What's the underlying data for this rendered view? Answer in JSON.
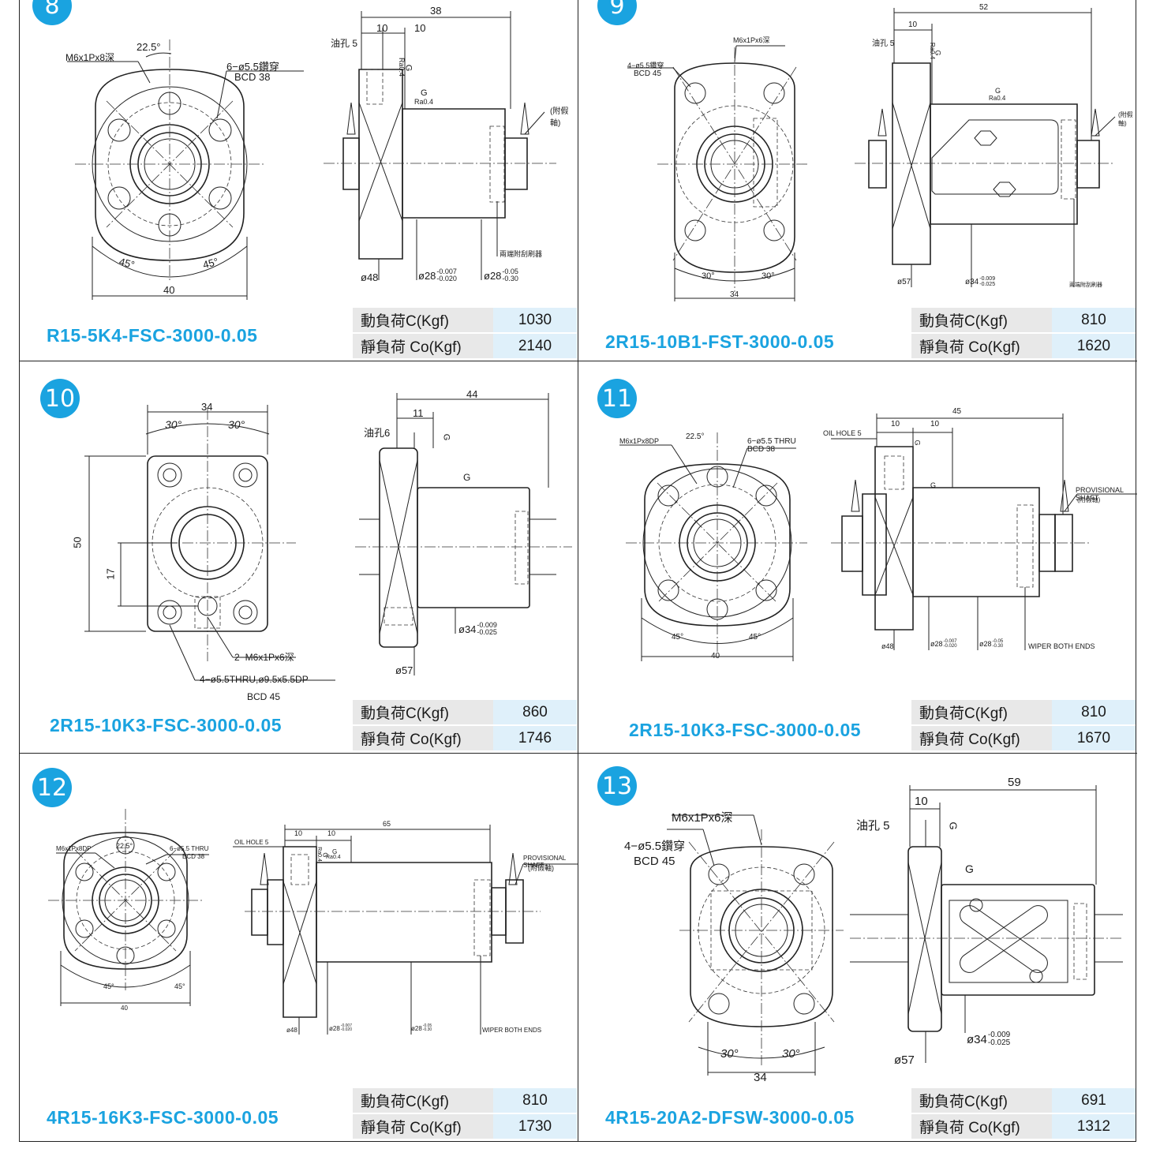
{
  "panels": [
    {
      "number": "8",
      "model": "R15-5K4-FSC-3000-0.05",
      "dyn_label": "動負荷C(Kgf)",
      "dyn_value": "1030",
      "sta_label": "靜負荷 Co(Kgf)",
      "sta_value": "2140",
      "front": {
        "tap": "M6x1Px8深",
        "angle_top": "22.5°",
        "holes": "6−ø5.5鑽穿",
        "bcd": "BCD 38",
        "angle_l": "45°",
        "angle_r": "45°",
        "width": "40"
      },
      "side": {
        "length": "38",
        "d1": "10",
        "d2": "10",
        "oil": "油孔 5",
        "g1": "G",
        "ra1": "Ra0.4",
        "g2": "G",
        "ra2": "Ra0.4",
        "shaft": "(附假軸)",
        "wiper": "兩端附刮刷器",
        "od": "ø48",
        "tol1": "ø28",
        "tol1_up": "-0.007",
        "tol1_lo": "-0.020",
        "tol2": "ø28",
        "tol2_up": "-0.05",
        "tol2_lo": "-0.30"
      }
    },
    {
      "number": "9",
      "model": "2R15-10B1-FST-3000-0.05",
      "dyn_label": "動負荷C(Kgf)",
      "dyn_value": "810",
      "sta_label": "靜負荷 Co(Kgf)",
      "sta_value": "1620",
      "front": {
        "tap": "M6x1Px6深",
        "holes": "4−ø5.5鑽穿",
        "bcd": "BCD 45",
        "angle_l": "30°",
        "angle_r": "30°",
        "width": "34"
      },
      "side": {
        "length": "52",
        "d1": "10",
        "oil": "油孔 5",
        "g1": "G",
        "ra1": "Ra0.4",
        "g2": "G",
        "ra2": "Ra0.4",
        "shaft": "(附假軸)",
        "wiper": "兩端附刮刷器",
        "od": "ø57",
        "tol1": "ø34",
        "tol1_up": "-0.009",
        "tol1_lo": "-0.025"
      }
    },
    {
      "number": "10",
      "model": "2R15-10K3-FSC-3000-0.05",
      "dyn_label": "動負荷C(Kgf)",
      "dyn_value": "860",
      "sta_label": "靜負荷 Co(Kgf)",
      "sta_value": "1746",
      "front": {
        "width": "34",
        "angle_l": "30°",
        "angle_r": "30°",
        "height": "50",
        "offset": "17",
        "tap": "2−M6x1Px6深",
        "holes": "4−ø5.5THRU,ø9.5x5.5DP",
        "bcd": "BCD 45"
      },
      "side": {
        "length": "44",
        "d1": "11",
        "oil": "油孔6",
        "g1": "G",
        "g2": "G",
        "od": "ø57",
        "tol1": "ø34",
        "tol1_up": "-0.009",
        "tol1_lo": "-0.025"
      }
    },
    {
      "number": "11",
      "model": "2R15-10K3-FSC-3000-0.05",
      "dyn_label": "動負荷C(Kgf)",
      "dyn_value": "810",
      "sta_label": "靜負荷 Co(Kgf)",
      "sta_value": "1670",
      "front": {
        "tap": "M6x1Px8DP",
        "angle_top": "22.5°",
        "holes": "6−ø5.5 THRU",
        "bcd": "BCD 38",
        "angle_l": "45°",
        "angle_r": "45°",
        "width": "40"
      },
      "side": {
        "length": "45",
        "d1": "10",
        "d2": "10",
        "oil": "OIL HOLE 5",
        "g1": "G",
        "g2": "G",
        "shaft": "PROVISIONAL SHAFT",
        "shaft_cn": "(附假軸)",
        "wiper": "WIPER BOTH ENDS",
        "od": "ø48",
        "tol1": "ø28",
        "tol1_up": "-0.007",
        "tol1_lo": "-0.020",
        "tol2": "ø28",
        "tol2_up": "-0.05",
        "tol2_lo": "-0.30"
      }
    },
    {
      "number": "12",
      "model": "4R15-16K3-FSC-3000-0.05",
      "dyn_label": "動負荷C(Kgf)",
      "dyn_value": "810",
      "sta_label": "靜負荷 Co(Kgf)",
      "sta_value": "1730",
      "front": {
        "tap": "M6x1Px8DP",
        "angle_top": "22.5°",
        "holes": "6−ø5.5 THRU",
        "bcd": "BCD 38",
        "angle_l": "45°",
        "angle_r": "45°",
        "width": "40"
      },
      "side": {
        "length": "65",
        "d1": "10",
        "d2": "10",
        "oil": "OIL HOLE 5",
        "g1": "G",
        "ra1": "Ra0.4",
        "g2": "G",
        "ra2": "Ra0.4",
        "shaft": "PROVISIONAL SHAFT",
        "shaft_cn": "(附假軸)",
        "wiper": "WIPER BOTH ENDS",
        "od": "ø48",
        "tol1": "ø28",
        "tol1_up": "-0.007",
        "tol1_lo": "-0.020",
        "tol2": "ø28",
        "tol2_up": "-0.05",
        "tol2_lo": "-0.30"
      }
    },
    {
      "number": "13",
      "model": "4R15-20A2-DFSW-3000-0.05",
      "dyn_label": "動負荷C(Kgf)",
      "dyn_value": "691",
      "sta_label": "靜負荷 Co(Kgf)",
      "sta_value": "1312",
      "front": {
        "tap": "M6x1Px6深",
        "holes": "4−ø5.5鑽穿",
        "bcd": "BCD 45",
        "angle_l": "30°",
        "angle_r": "30°",
        "width": "34"
      },
      "side": {
        "length": "59",
        "d1": "10",
        "oil": "油孔 5",
        "g1": "G",
        "g2": "G",
        "od": "ø57",
        "tol1": "ø34",
        "tol1_up": "-0.009",
        "tol1_lo": "-0.025"
      }
    }
  ],
  "colors": {
    "accent": "#1aa3e0",
    "label_bg": "#e8e8e8",
    "value_bg": "#dff0fa",
    "line": "#222222"
  }
}
